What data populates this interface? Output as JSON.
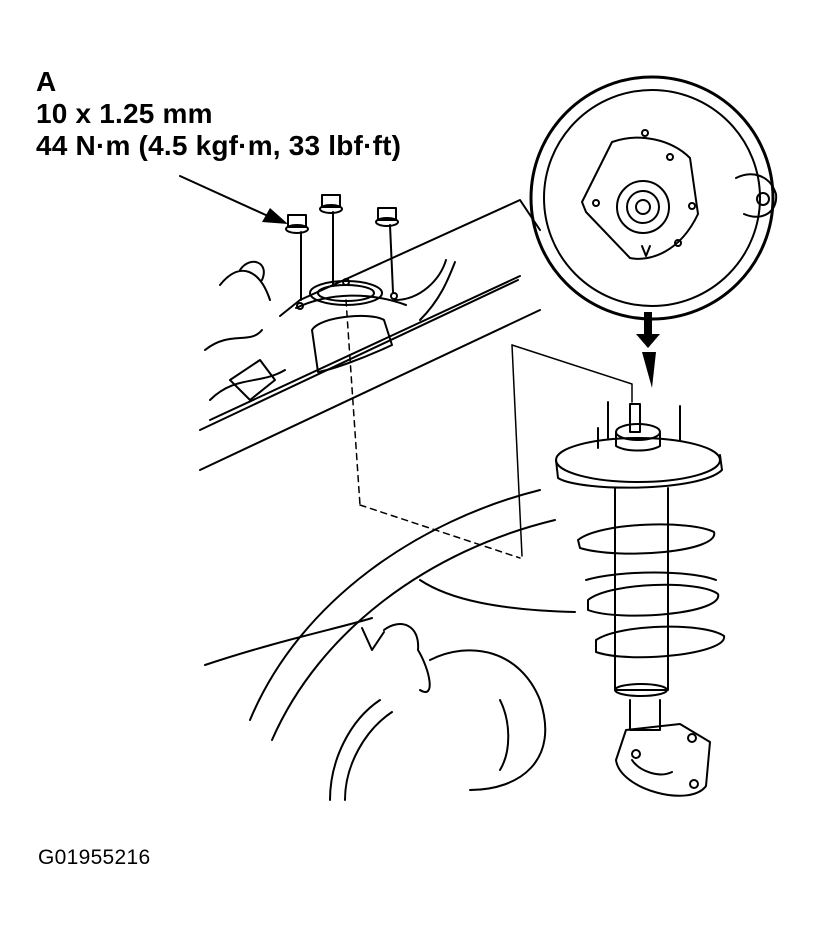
{
  "callout": {
    "letter": "A",
    "size": "10 x 1.25 mm",
    "torque": "44 N·m (4.5 kgf·m, 33 lbf·ft)"
  },
  "figure_id": "G01955216",
  "colors": {
    "ink": "#000000",
    "paper": "#ffffff"
  },
  "icons": {
    "callout_pointer": "arrow-icon",
    "install_direction": "down-arrow-icon"
  }
}
